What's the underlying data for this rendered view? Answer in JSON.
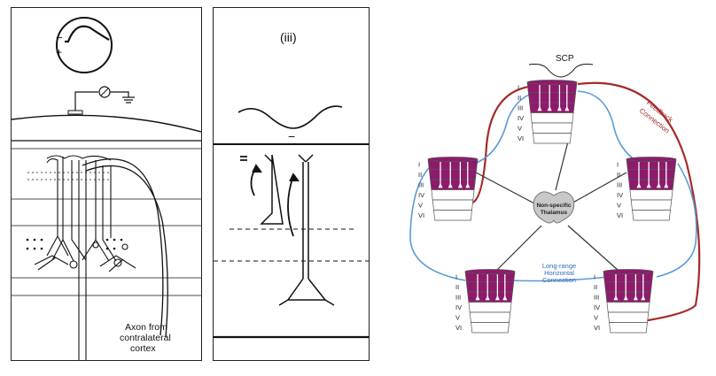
{
  "panel_a": {
    "oscilloscope_minus": "−",
    "oscilloscope_plus": "+",
    "axon_label_lines": [
      "Axon from",
      "contralateral",
      "cortex"
    ]
  },
  "panel_b": {
    "title": "(iii)",
    "potential_sign": "−"
  },
  "panel_c": {
    "scp_label": "SCP",
    "scp_sign": "−",
    "layers": [
      "I",
      "II",
      "III",
      "IV",
      "V",
      "VI"
    ],
    "thalamus_lines": [
      "Non-specific",
      "Thalamus"
    ],
    "feedback_lines": [
      "Feedback",
      "Connection"
    ],
    "horizontal_lines": [
      "Long-range",
      "Horizontal",
      "Connection"
    ],
    "colors": {
      "upper_layers": "#8e1a6c",
      "feedback": "#a52a2a",
      "horizontal": "#5b9bd5",
      "thalamus": "#c8c8c8"
    }
  }
}
